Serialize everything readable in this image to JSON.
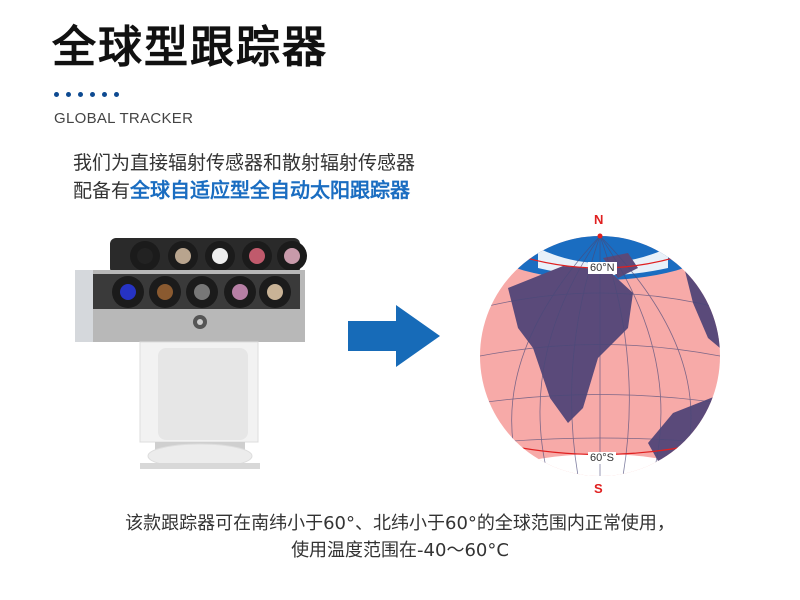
{
  "header": {
    "title": "全球型跟踪器",
    "dots_count": 6,
    "subtitle": "GLOBAL TRACKER"
  },
  "intro": {
    "line1": "我们为直接辐射传感器和散射辐射传感器",
    "line2_prefix": "配备有",
    "line2_highlight": "全球自适应型全自动太阳跟踪器"
  },
  "globe": {
    "north_label": "N",
    "south_label": "S",
    "lat_north_label": "60°N",
    "lat_south_label": "60°S"
  },
  "footer": {
    "line1": "该款跟踪器可在南纬小于60°、北纬小于60°的全球范围内正常使用，",
    "line2": "使用温度范围在-40～60°C"
  },
  "colors": {
    "accent_blue": "#1a6dc1",
    "dot_blue": "#0d4a91",
    "arrow_blue": "#176bb8",
    "globe_land": "#5a4a7a",
    "globe_ocean_pink": "#f7aaa8",
    "polar_blue": "#1a6dc1",
    "pole_red": "#e02020"
  }
}
